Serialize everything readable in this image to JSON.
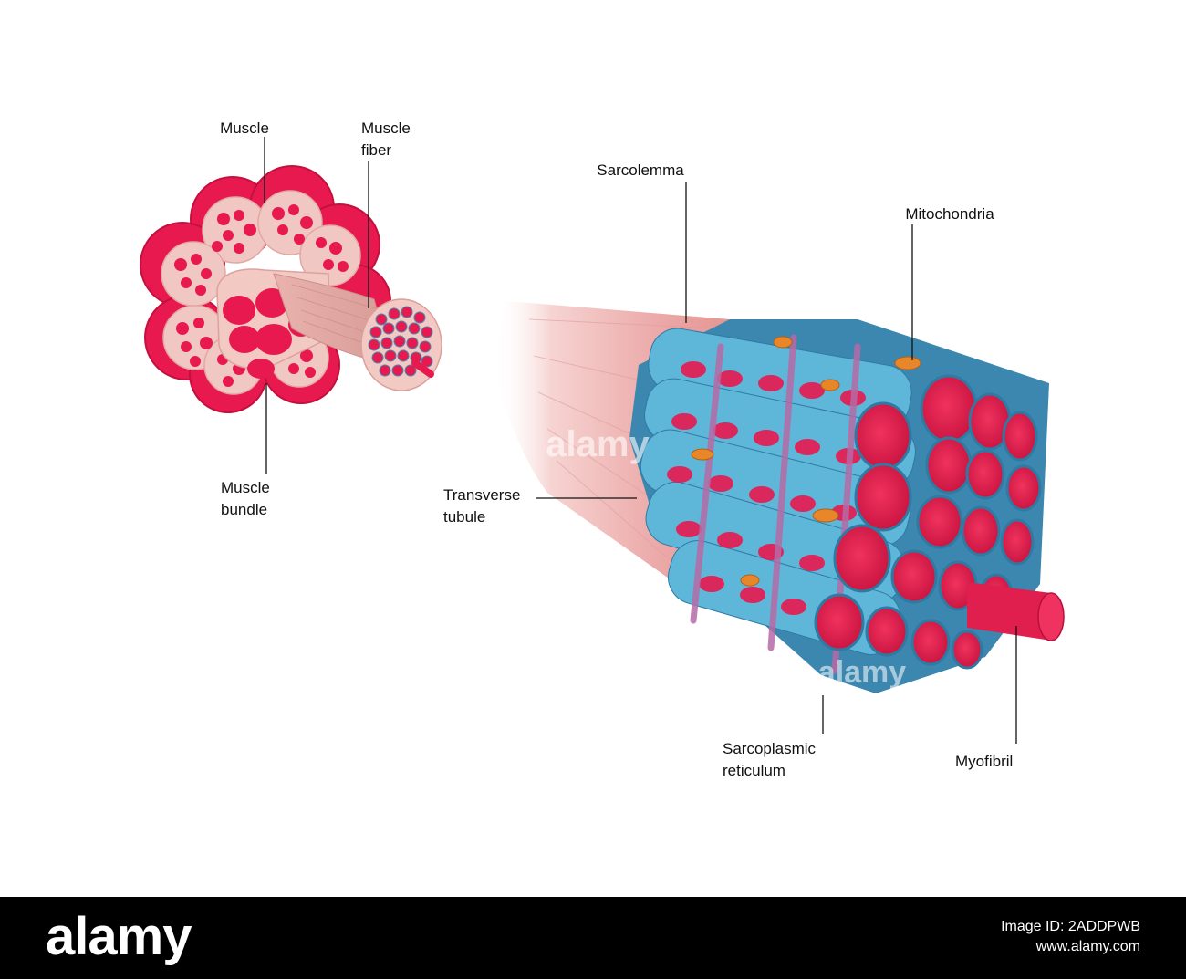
{
  "labels": {
    "muscle": "Muscle",
    "muscle_fiber_1": "Muscle",
    "muscle_fiber_2": "fiber",
    "muscle_bundle_1": "Muscle",
    "muscle_bundle_2": "bundle",
    "sarcolemma": "Sarcolemma",
    "mitochondria": "Mitochondria",
    "transverse_1": "Transverse",
    "transverse_2": "tubule",
    "sarco_ret_1": "Sarcoplasmic",
    "sarco_ret_2": "reticulum",
    "myofibril": "Myofibril"
  },
  "watermark": {
    "top": "alamy",
    "bottom": "alamy"
  },
  "footer": {
    "logo": "alamy",
    "image_id": "Image ID: 2ADDPWB",
    "site": "www.alamy.com"
  },
  "colors": {
    "pink": "#e8194f",
    "light_pink": "#f3c2c0",
    "blue": "#5eb6d9",
    "purple": "#b66aa6",
    "orange": "#e8862a"
  }
}
